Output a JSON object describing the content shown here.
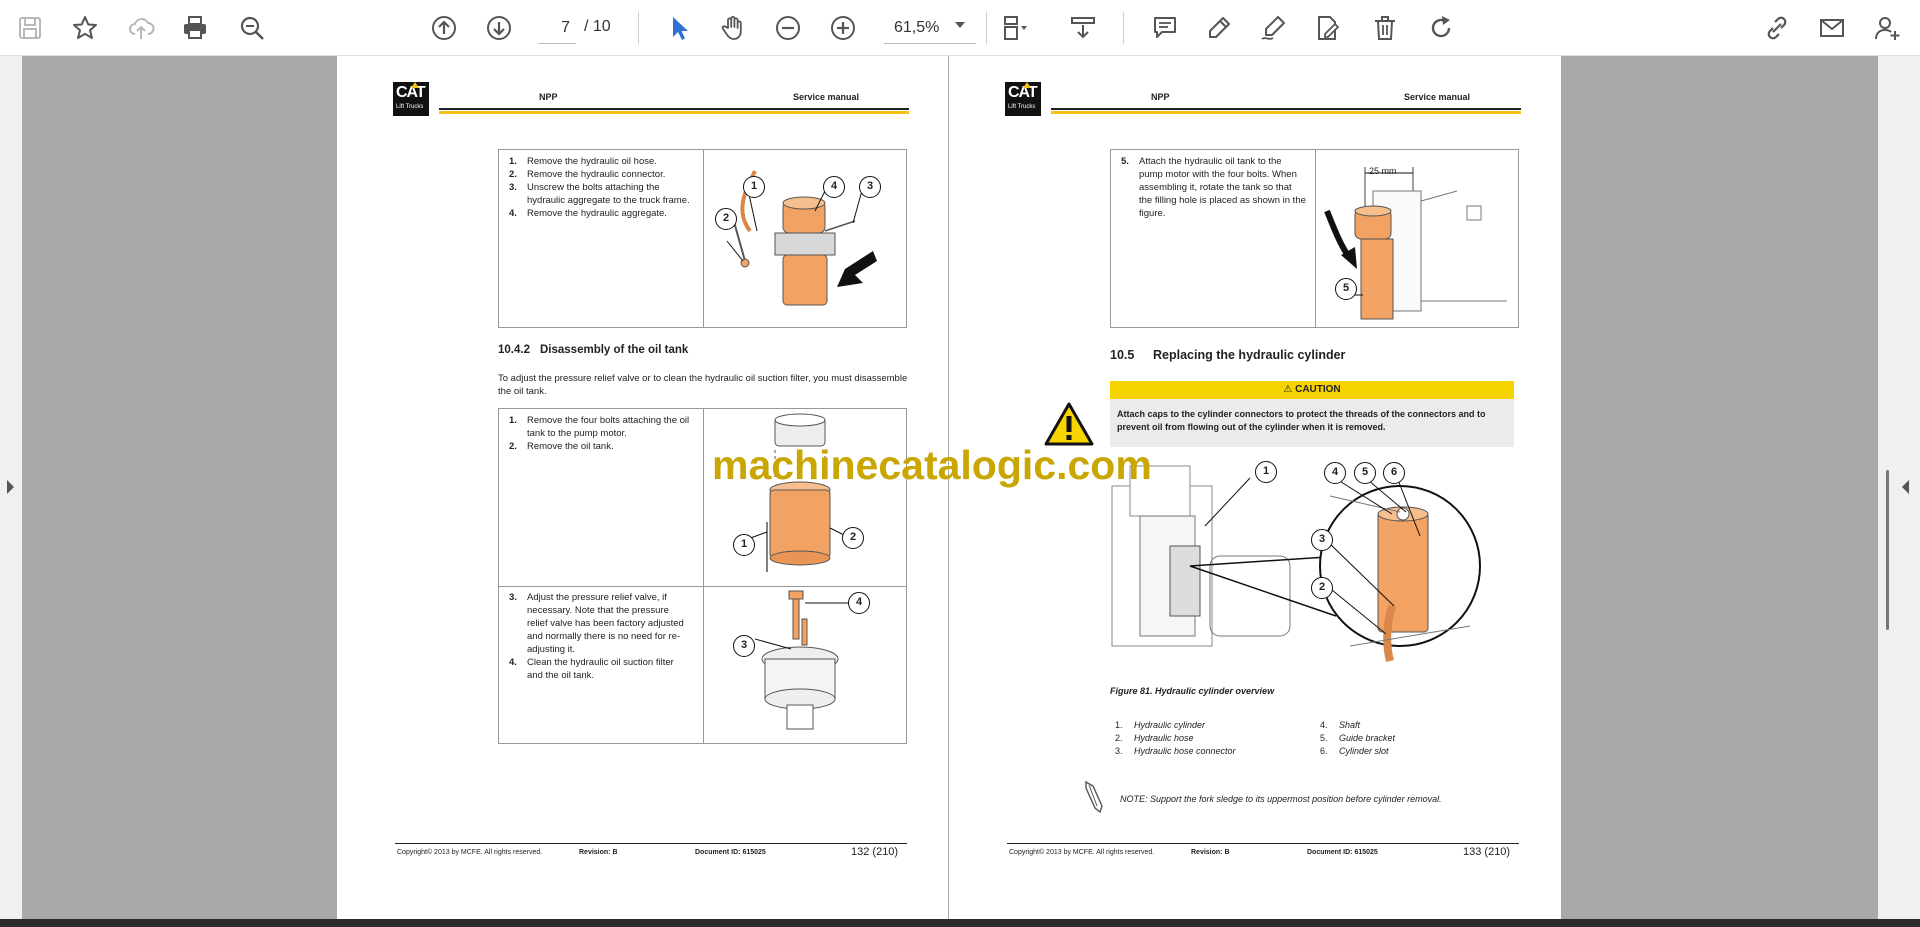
{
  "toolbar": {
    "page_current": "7",
    "page_total": "/ 10",
    "zoom": "61,5%"
  },
  "watermark": "machinecatalogic.com",
  "left_page": {
    "logo_text": "CAT",
    "logo_sub": "Lift Trucks",
    "header_left": "NPP",
    "header_right": "Service manual",
    "table1_steps": [
      {
        "n": "1.",
        "t": "Remove the hydraulic oil hose."
      },
      {
        "n": "2.",
        "t": "Remove the hydraulic connector."
      },
      {
        "n": "3.",
        "t": "Unscrew the bolts attaching the hydraulic aggregate to the truck frame."
      },
      {
        "n": "4.",
        "t": "Remove the hydraulic aggregate."
      }
    ],
    "table1_callouts": [
      "1",
      "4",
      "3",
      "2"
    ],
    "section_num": "10.4.2",
    "section_title": "Disassembly of the oil tank",
    "section_body": "To adjust the pressure relief valve or to clean the hydraulic oil suction filter, you must disassemble the oil tank.",
    "table2_row1_steps": [
      {
        "n": "1.",
        "t": "Remove the four bolts attaching the oil tank to the pump motor."
      },
      {
        "n": "2.",
        "t": "Remove the oil tank."
      }
    ],
    "table2_row1_callouts": [
      "1",
      "2"
    ],
    "table2_row2_steps": [
      {
        "n": "3.",
        "t": "Adjust the pressure relief valve, if necessary. Note that the pressure relief valve has been factory adjusted and normally there is no need for re-adjusting it."
      },
      {
        "n": "4.",
        "t": "Clean the hydraulic oil suction filter and the oil tank."
      }
    ],
    "table2_row2_callouts": [
      "4",
      "3"
    ],
    "footer_copyright": "Copyright© 2013 by MCFE. All rights reserved.",
    "footer_revision": "Revision: B",
    "footer_docid": "Document ID: 615025",
    "footer_page": "132 (210)"
  },
  "right_page": {
    "logo_text": "CAT",
    "logo_sub": "Lift Trucks",
    "header_left": "NPP",
    "header_right": "Service manual",
    "table_steps": [
      {
        "n": "5.",
        "t": "Attach the hydraulic oil tank to the pump motor with the four bolts. When assembling it, rotate the tank so that the filling hole is placed as shown in the figure."
      }
    ],
    "dim_label": "25 mm",
    "table_callout": "5",
    "section_num": "10.5",
    "section_title": "Replacing the hydraulic cylinder",
    "caution_title": "CAUTION",
    "caution_text": "Attach caps to the cylinder connectors to protect the threads of the connectors and to prevent oil from flowing out of the cylinder when it is removed.",
    "figure_callouts": [
      "1",
      "4",
      "5",
      "6",
      "3",
      "2"
    ],
    "figure_caption": "Figure 81. Hydraulic cylinder overview",
    "legend_left": [
      {
        "n": "1.",
        "t": "Hydraulic cylinder"
      },
      {
        "n": "2.",
        "t": "Hydraulic hose"
      },
      {
        "n": "3.",
        "t": "Hydraulic hose connector"
      }
    ],
    "legend_right": [
      {
        "n": "4.",
        "t": "Shaft"
      },
      {
        "n": "5.",
        "t": "Guide bracket"
      },
      {
        "n": "6.",
        "t": "Cylinder slot"
      }
    ],
    "note": "NOTE: Support the fork sledge to its uppermost position before cylinder removal.",
    "footer_copyright": "Copyright© 2013 by MCFE. All rights reserved.",
    "footer_revision": "Revision: B",
    "footer_docid": "Document ID: 615025",
    "footer_page": "133 (210)"
  }
}
